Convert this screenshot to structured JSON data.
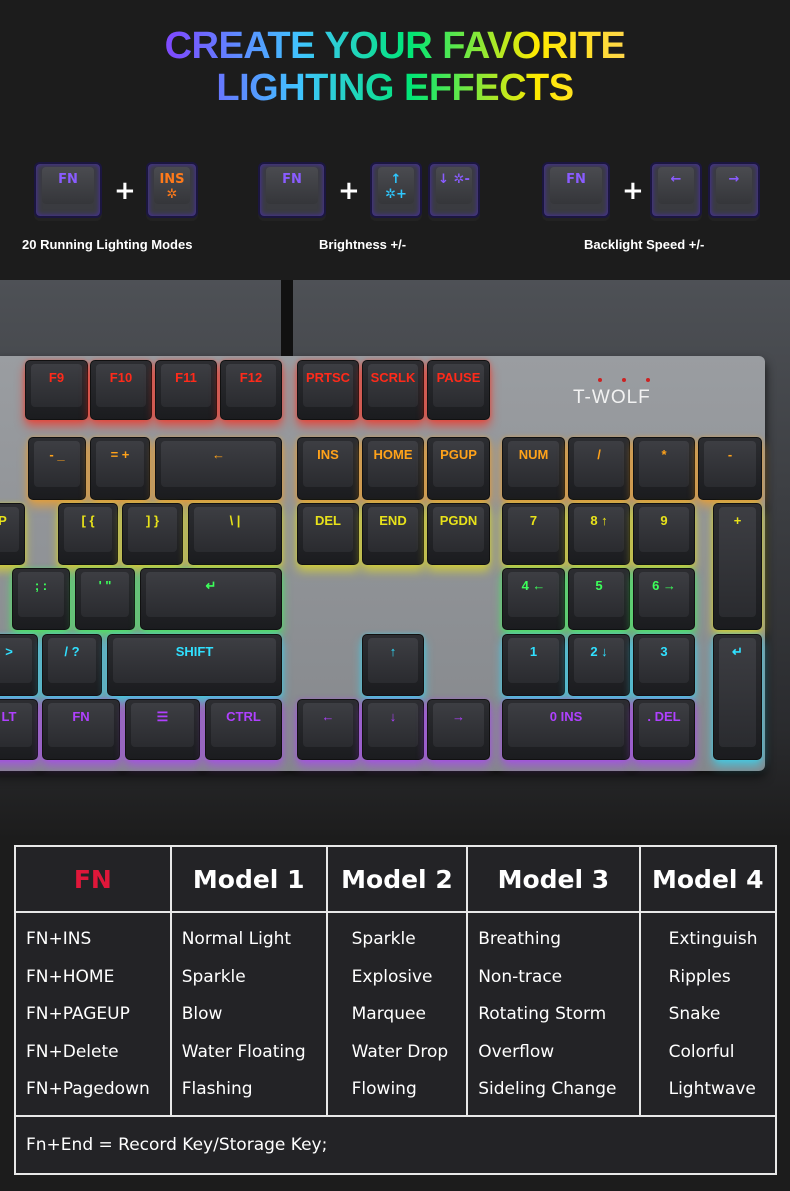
{
  "headline": {
    "line1": "CREATE YOUR FAVORITE",
    "line2": "LIGHTING EFFECTS"
  },
  "combos": [
    {
      "keys": [
        "FN",
        "INS ✲"
      ],
      "caption": "20 Running Lighting Modes"
    },
    {
      "keys": [
        "FN",
        "↑ ✲+",
        "↓ ✲-"
      ],
      "caption": "Brightness +/-"
    },
    {
      "keys": [
        "FN",
        "←",
        "→"
      ],
      "caption": "Backlight Speed +/-"
    }
  ],
  "plus": "+",
  "keyboard": {
    "brand": "T-WOLF",
    "keys": [
      "F9",
      "F10",
      "F11",
      "F12",
      "PRTSC",
      "SCRLK",
      "PAUSE",
      "- _",
      "= +",
      "←",
      "INS",
      "HOME",
      "PGUP",
      "NUM",
      "/",
      "*",
      "-",
      "P",
      "[ {",
      "] }",
      "\\ |",
      "DEL",
      "END",
      "PGDN",
      "7",
      "8 ↑",
      "9",
      "+",
      ";  :",
      "' \"",
      "↵",
      "4 ←",
      "5",
      "6 →",
      ">",
      "/ ?",
      "SHIFT",
      "↑",
      "1",
      "2 ↓",
      "3",
      "↵",
      "LT",
      "FN",
      "☰",
      "CTRL",
      "←",
      "↓",
      "→",
      "0 INS",
      ". DEL"
    ]
  },
  "table": {
    "headers": [
      "FN",
      "Model 1",
      "Model 2",
      "Model 3",
      "Model 4"
    ],
    "columns": [
      [
        "FN+INS",
        "FN+HOME",
        "FN+PAGEUP",
        "FN+Delete",
        "FN+Pagedown"
      ],
      [
        "Normal Light",
        "Sparkle",
        "Blow",
        "Water Floating",
        "Flashing"
      ],
      [
        "Sparkle",
        "Explosive",
        "Marquee",
        "Water Drop",
        "Flowing"
      ],
      [
        "Breathing",
        "Non-trace",
        "Rotating Storm",
        "Overflow",
        "Sideling Change"
      ],
      [
        "Extinguish",
        "Ripples",
        "Snake",
        "Colorful",
        "Lightwave"
      ]
    ],
    "note": "Fn+End = Record Key/Storage Key;"
  },
  "colors": {
    "fn_header": "#e0173a",
    "background": "#1c1c1c"
  }
}
